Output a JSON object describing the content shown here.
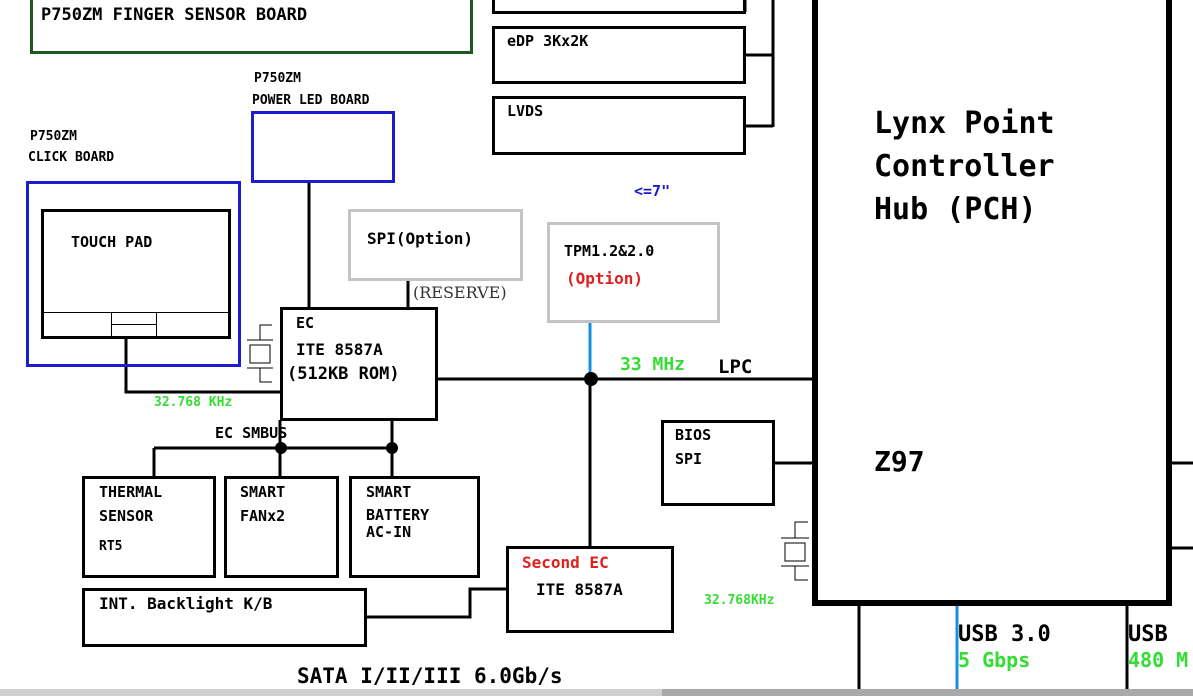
{
  "boards": {
    "finger_sensor": "P750ZM FINGER SENSOR BOARD",
    "power_led_line1": "P750ZM",
    "power_led_line2": "POWER LED BOARD",
    "click_line1": "P750ZM",
    "click_line2": "CLICK BOARD"
  },
  "display": {
    "edp": "eDP 3Kx2K",
    "lvds": "LVDS"
  },
  "touchpad": {
    "label": "TOUCH PAD"
  },
  "spi_option": {
    "label": "SPI(Option)",
    "reserve": "(RESERVE)"
  },
  "tpm": {
    "line1": "TPM1.2&2.0",
    "line2": "(Option)",
    "trace_length": "<=7\""
  },
  "ec": {
    "line1": "EC",
    "line2": "ITE 8587A",
    "line3": "(512KB ROM)",
    "crystal": "32.768 KHz",
    "smbus": "EC SMBUS"
  },
  "lpc": {
    "freq": "33 MHz",
    "label": "LPC"
  },
  "bios": {
    "line1": "BIOS",
    "line2": "SPI"
  },
  "pch": {
    "line1": "Lynx Point",
    "line2": "Controller",
    "line3": "Hub (PCH)",
    "chipset": "Z97",
    "crystal": "32.768KHz"
  },
  "thermal": {
    "line1": "THERMAL",
    "line2": "SENSOR",
    "line3": "RT5"
  },
  "fan": {
    "line1": "SMART",
    "line2": "FANx2"
  },
  "battery": {
    "line1": "SMART",
    "line2": "BATTERY",
    "line3": "AC-IN"
  },
  "second_ec": {
    "line1": "Second EC",
    "line2": "ITE 8587A"
  },
  "backlight": {
    "label": "INT. Backlight K/B"
  },
  "sata": {
    "label": "SATA I/II/III 6.0Gb/s"
  },
  "usb3": {
    "label": "USB 3.0",
    "speed": "5 Gbps"
  },
  "usb2": {
    "label": "USB",
    "speed": "480 M"
  },
  "colors": {
    "green": "#33dd33",
    "red": "#e02020",
    "blue": "#1a1acc",
    "navy": "#1c1cd0",
    "dark_green": "#1e5a1e",
    "gray": "#c4c4c4",
    "light_blue": "#1a8fe0"
  }
}
